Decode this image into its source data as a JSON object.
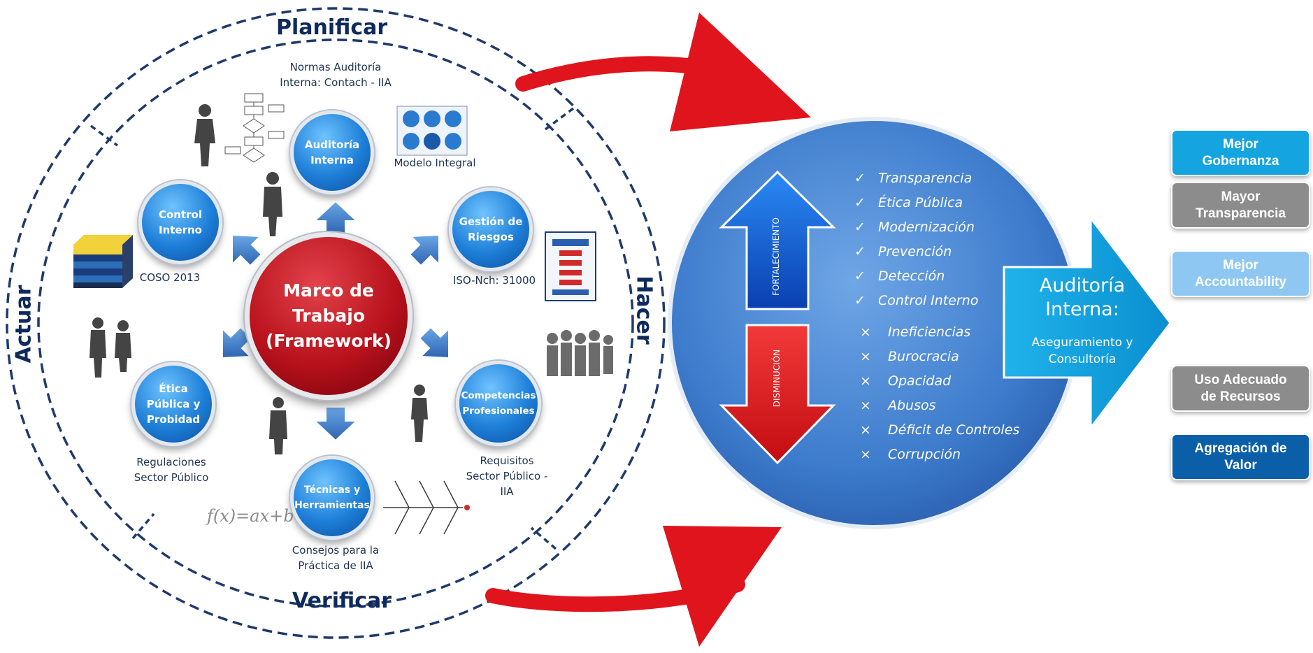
{
  "cycle": {
    "top": "Planificar",
    "right": "Hacer",
    "bottom": "Verificar",
    "left": "Actuar"
  },
  "center": {
    "line1": "Marco de",
    "line2": "Trabajo",
    "line3": "(Framework)"
  },
  "nodes": {
    "auditoria": {
      "line1": "Auditoría",
      "line2": "Interna"
    },
    "control": {
      "line1": "Control",
      "line2": "Interno"
    },
    "riesgos": {
      "line1": "Gestión de",
      "line2": "Riesgos"
    },
    "etica": {
      "line1": "Ética",
      "line2": "Pública y",
      "line3": "Probidad"
    },
    "competencias": {
      "line1": "Competencias",
      "line2": "Profesionales"
    },
    "tecnicas": {
      "line1": "Técnicas y",
      "line2": "Herramientas"
    }
  },
  "captions": {
    "normas_1": "Normas Auditoría",
    "normas_2": "Interna: Contach - IIA",
    "modelo": "Modelo Integral",
    "coso": "COSO 2013",
    "iso": "ISO-Nch: 31000",
    "regulaciones_1": "Regulaciones",
    "regulaciones_2": "Sector Público",
    "requisitos_1": "Requisitos",
    "requisitos_2": "Sector Público -",
    "requisitos_3": "IIA",
    "consejos_1": "Consejos para la",
    "consejos_2": "Práctica de IIA",
    "formula": "f(x)=ax+b"
  },
  "effects": {
    "up_label": "FORTALECIMIENTO",
    "down_label": "DISMINUCIÓN",
    "check_mark": "✓",
    "cross_mark": "×",
    "strengthen": [
      "Transparencia",
      "Ética Pública",
      "Modernización",
      "Prevención",
      "Detección",
      "Control Interno"
    ],
    "reduce": [
      "Ineficiencias",
      "Burocracia",
      "Opacidad",
      "Abusos",
      "Déficit de Controles",
      "Corrupción"
    ]
  },
  "audit_arrow": {
    "title_1": "Auditoría",
    "title_2": "Interna:",
    "sub_1": "Aseguramiento y",
    "sub_2": "Consultoría"
  },
  "outcomes": [
    {
      "line1": "Mejor",
      "line2": "Gobernanza",
      "color": "#14a4e0"
    },
    {
      "line1": "Mayor",
      "line2": "Transparencia",
      "color": "#8c8c8c"
    },
    {
      "line1": "Mejor",
      "line2": "Accountability",
      "color": "#8ec8f2"
    },
    {
      "line1": "Uso Adecuado",
      "line2": "de Recursos",
      "color": "#8c8c8c"
    },
    {
      "line1": "Agregación de",
      "line2": "Valor",
      "color": "#0a5fa8"
    }
  ],
  "colors": {
    "dark_navy": "#0e2a5c",
    "red_arrow": "#e0141c",
    "effect_circle": "#3f7ed0",
    "audit_arrow": "#19a6df"
  }
}
